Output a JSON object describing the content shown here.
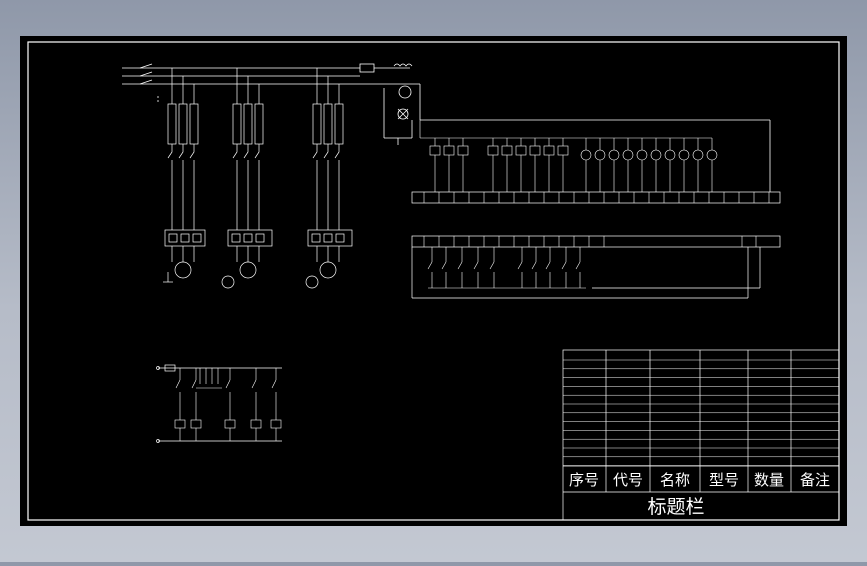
{
  "colors": {
    "viewport_background": "#8f98a9",
    "drawing_background": "#000000",
    "line": "#ffffff"
  },
  "title_block": {
    "headers": [
      "序号",
      "代号",
      "名称",
      "型号",
      "数量",
      "备注"
    ],
    "caption": "标题栏"
  }
}
